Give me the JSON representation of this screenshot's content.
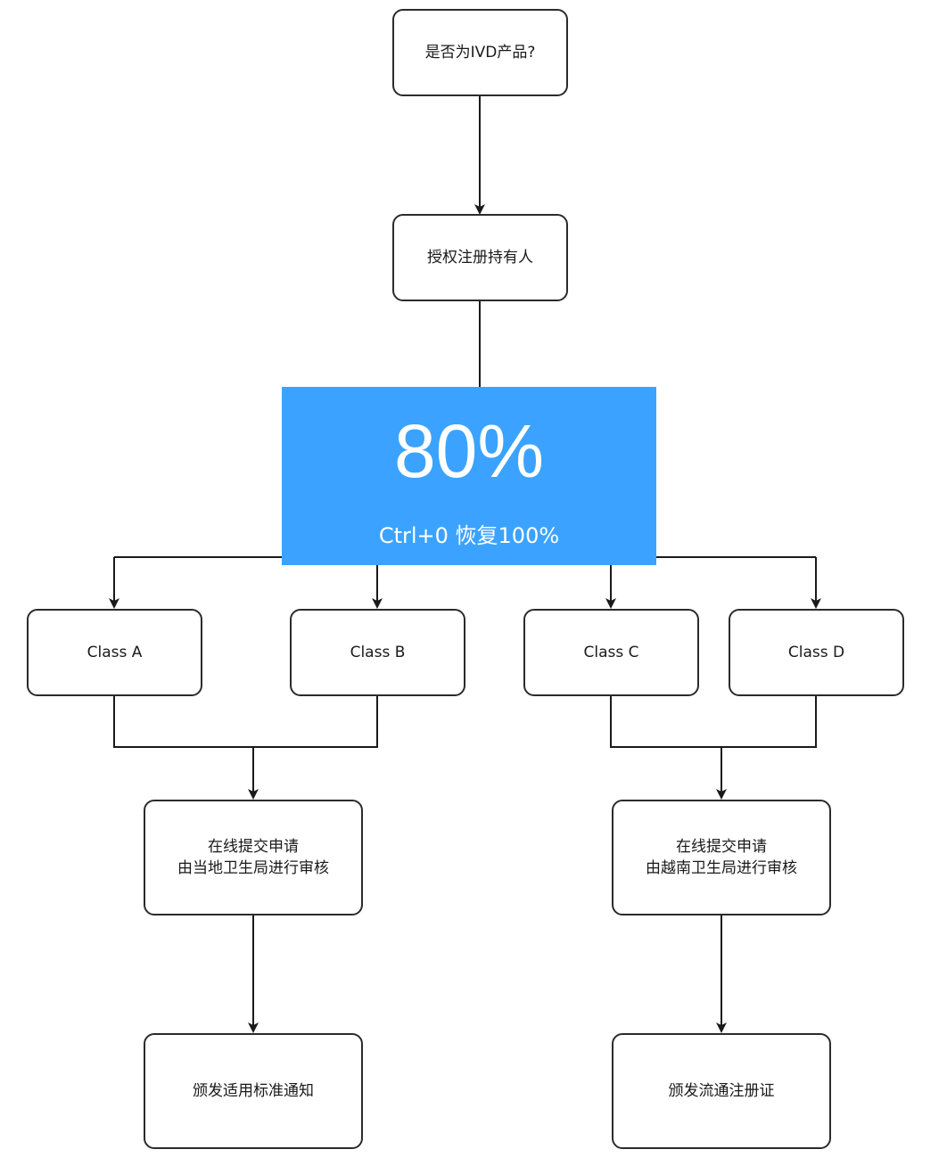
{
  "nodes": {
    "is_ivd": {
      "label": "是否为IVD产品?"
    },
    "authorize_holder": {
      "label": "授权注册持有人"
    },
    "class_a": {
      "label": "Class A"
    },
    "class_b": {
      "label": "Class B"
    },
    "class_c": {
      "label": "Class C"
    },
    "class_d": {
      "label": "Class D"
    },
    "review_local": {
      "label": "在线提交申请\n由当地卫生局进行审核"
    },
    "review_vietnam": {
      "label": "在线提交申请\n由越南卫生局进行审核"
    },
    "notice_standard": {
      "label": "颁发适用标准通知"
    },
    "certificate": {
      "label": "颁发流通注册证"
    }
  },
  "edges": [
    [
      "is_ivd",
      "authorize_holder"
    ],
    [
      "authorize_holder",
      "class_a"
    ],
    [
      "authorize_holder",
      "class_b"
    ],
    [
      "authorize_holder",
      "class_c"
    ],
    [
      "authorize_holder",
      "class_d"
    ],
    [
      "class_a",
      "review_local"
    ],
    [
      "class_b",
      "review_local"
    ],
    [
      "class_c",
      "review_vietnam"
    ],
    [
      "class_d",
      "review_vietnam"
    ],
    [
      "review_local",
      "notice_standard"
    ],
    [
      "review_vietnam",
      "certificate"
    ]
  ],
  "zoom_overlay": {
    "level": "80%",
    "hint": "Ctrl+0 恢复100%"
  },
  "colors": {
    "overlay": "#3ba3ff",
    "line": "#1a1a1a"
  }
}
